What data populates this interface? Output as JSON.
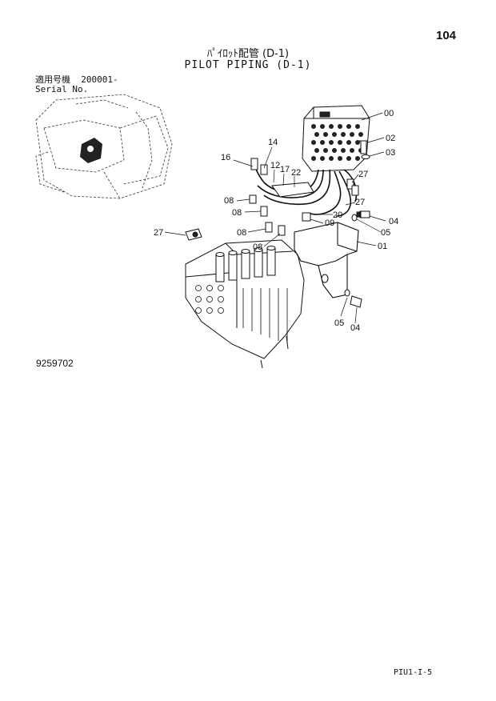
{
  "header": {
    "page_number": "104",
    "title_jp": "ﾊﾟｲﾛｯﾄ配管 (D-1)",
    "title_en": "PILOT PIPING (D-1)"
  },
  "serial": {
    "label_jp": "適用号機",
    "number": "200001-",
    "label_en": "Serial No."
  },
  "figure_number": "9259702",
  "footer_code": "PIU1-I-5",
  "callouts": {
    "c00": "00",
    "c02": "02",
    "c03": "03",
    "c14": "14",
    "c16": "16",
    "c12": "12",
    "c17": "17",
    "c22": "22",
    "c27a": "27",
    "c08a": "08",
    "c08b": "08",
    "c27b": "27",
    "c20": "20",
    "c04a": "04",
    "c09": "09",
    "c05a": "05",
    "c27c": "27",
    "c08c": "08",
    "c08d": "08",
    "c01": "01",
    "c05b": "05",
    "c04b": "04"
  }
}
